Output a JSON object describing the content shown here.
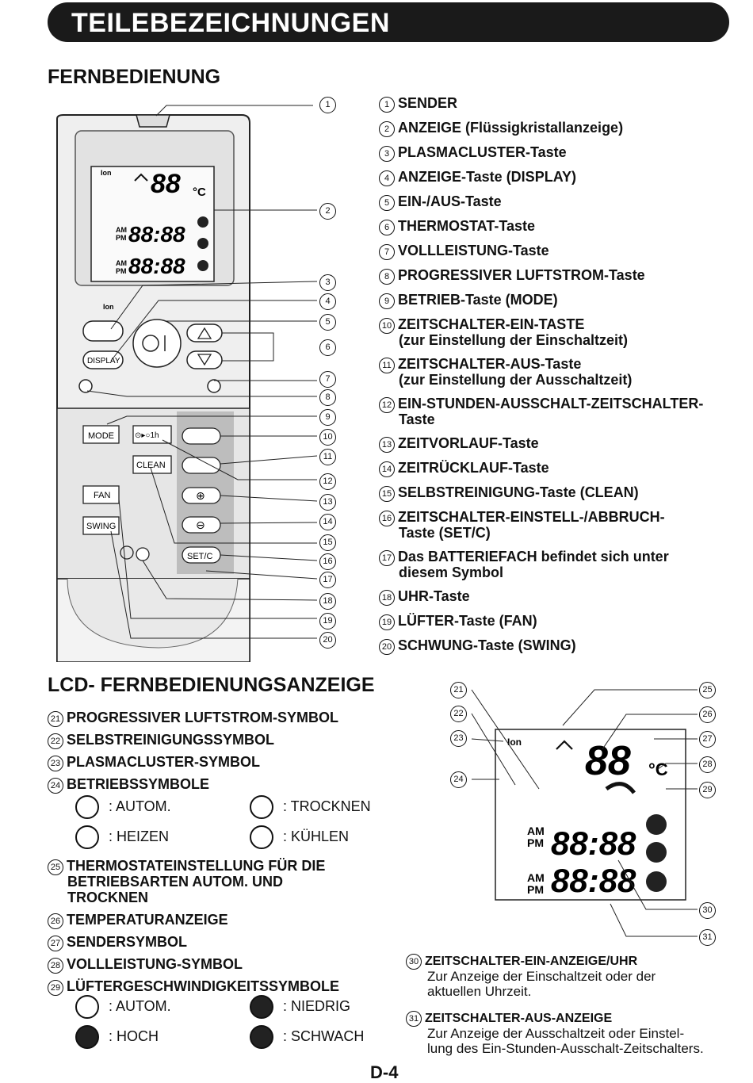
{
  "header": {
    "title": "TEILEBEZEICHNUNGEN"
  },
  "remote_section": {
    "title": "FERNBEDIENUNG"
  },
  "remote_labels": {
    "ion": "Ion",
    "display": "DISPLAY",
    "mode": "MODE",
    "timer_off_1h": "⊙▸○1h",
    "clean": "CLEAN",
    "fan": "FAN",
    "swing": "SWING",
    "set_c": "SET/C",
    "lcd_digits": "88",
    "lcd_c": "°C",
    "lcd_time": "88:88",
    "am": "AM",
    "pm": "PM"
  },
  "parts": [
    {
      "n": "1",
      "text": "SENDER"
    },
    {
      "n": "2",
      "text": "ANZEIGE (Flüssigkristallanzeige)"
    },
    {
      "n": "3",
      "text": "PLASMACLUSTER-Taste"
    },
    {
      "n": "4",
      "text": "ANZEIGE-Taste (DISPLAY)"
    },
    {
      "n": "5",
      "text": "EIN-/AUS-Taste"
    },
    {
      "n": "6",
      "text": "THERMOSTAT-Taste"
    },
    {
      "n": "7",
      "text": "VOLLLEISTUNG-Taste"
    },
    {
      "n": "8",
      "text": "PROGRESSIVER LUFTSTROM-Taste"
    },
    {
      "n": "9",
      "text": "BETRIEB-Taste (MODE)"
    },
    {
      "n": "10",
      "text": "ZEITSCHALTER-EIN-TASTE",
      "sub": "(zur Einstellung der Einschaltzeit)"
    },
    {
      "n": "11",
      "text": "ZEITSCHALTER-AUS-Taste",
      "sub": "(zur Einstellung der Ausschaltzeit)"
    },
    {
      "n": "12",
      "text": "EIN-STUNDEN-AUSSCHALT-ZEITSCHALTER-",
      "sub": "Taste",
      "sub_bold": true
    },
    {
      "n": "13",
      "text": "ZEITVORLAUF-Taste"
    },
    {
      "n": "14",
      "text": "ZEITRÜCKLAUF-Taste"
    },
    {
      "n": "15",
      "text": "SELBSTREINIGUNG-Taste (CLEAN)"
    },
    {
      "n": "16",
      "text": "ZEITSCHALTER-EINSTELL-/ABBRUCH-",
      "sub": "Taste (SET/C)",
      "sub_bold": true
    },
    {
      "n": "17",
      "text": "Das BATTERIEFACH befindet sich unter",
      "sub": "diesem Symbol",
      "sub_bold": true
    },
    {
      "n": "18",
      "text": "UHR-Taste"
    },
    {
      "n": "19",
      "text": "LÜFTER-Taste (FAN)"
    },
    {
      "n": "20",
      "text": "SCHWUNG-Taste (SWING)"
    }
  ],
  "lcd_section": {
    "title": "LCD- FERNBEDIENUNGSANZEIGE"
  },
  "lcd_items": [
    {
      "n": "21",
      "text": "PROGRESSIVER LUFTSTROM-SYMBOL"
    },
    {
      "n": "22",
      "text": "SELBSTREINIGUNGSSYMBOL"
    },
    {
      "n": "23",
      "text": "PLASMACLUSTER-SYMBOL"
    },
    {
      "n": "24",
      "text": "BETRIEBSSYMBOLE"
    }
  ],
  "mode_symbols": [
    {
      "icon": "auto-icon",
      "label": ": AUTOM."
    },
    {
      "icon": "dry-icon",
      "label": ": TROCKNEN"
    },
    {
      "icon": "heat-icon",
      "label": ": HEIZEN"
    },
    {
      "icon": "cool-icon",
      "label": ": KÜHLEN"
    }
  ],
  "lcd_items_2": [
    {
      "n": "25",
      "text": "THERMOSTATEINSTELLUNG FÜR DIE",
      "l2": "BETRIEBSARTEN AUTOM. UND",
      "l3": "TROCKNEN"
    },
    {
      "n": "26",
      "text": "TEMPERATURANZEIGE"
    },
    {
      "n": "27",
      "text": "SENDERSYMBOL"
    },
    {
      "n": "28",
      "text": "VOLLLEISTUNG-SYMBOL"
    },
    {
      "n": "29",
      "text": "LÜFTERGESCHWINDIGKEITSSYMBOLE"
    }
  ],
  "fan_symbols": [
    {
      "icon": "auto-icon",
      "label": ": AUTOM."
    },
    {
      "icon": "fan-low-icon",
      "label": ": NIEDRIG"
    },
    {
      "icon": "fan-high-icon",
      "label": ": HOCH"
    },
    {
      "icon": "fan-soft-icon",
      "label": ": SCHWACH"
    }
  ],
  "lcd_notes": [
    {
      "n": "30",
      "title": "ZEITSCHALTER-EIN-ANZEIGE/UHR",
      "l1": "Zur Anzeige der Einschaltzeit oder der",
      "l2": "aktuellen Uhrzeit."
    },
    {
      "n": "31",
      "title": "ZEITSCHALTER-AUS-ANZEIGE",
      "l1": "Zur Anzeige der Ausschaltzeit oder Einstel-",
      "l2": "lung des Ein-Stunden-Ausschalt-Zeitschalters."
    }
  ],
  "lcd_callouts": [
    "21",
    "22",
    "23",
    "24",
    "25",
    "26",
    "27",
    "28",
    "29",
    "30",
    "31"
  ],
  "remote_callouts": [
    "1",
    "2",
    "3",
    "4",
    "5",
    "6",
    "7",
    "8",
    "9",
    "10",
    "11",
    "12",
    "13",
    "14",
    "15",
    "16",
    "17",
    "18",
    "19",
    "20"
  ],
  "footer": {
    "page": "D-4"
  }
}
